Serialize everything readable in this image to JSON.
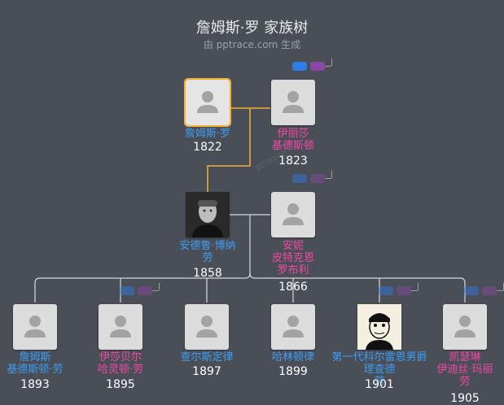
{
  "title": "詹姆斯·罗 家族树",
  "subtitle": "由 pptrace.com 生成",
  "watermark": "pptrace",
  "colors": {
    "male": "#3d9bf2",
    "female": "#ef48a6",
    "line": "#d8d8d8",
    "selected_line": "#f2b233"
  },
  "people": [
    {
      "id": "p1",
      "name": "詹姆斯·罗",
      "year": "1822",
      "gender": "m",
      "photo": "avatar-placeholder",
      "selected": true
    },
    {
      "id": "p2",
      "name": "伊丽莎\n基德斯顿",
      "year": "1823",
      "gender": "f",
      "photo": "avatar-placeholder"
    },
    {
      "id": "p3",
      "name": "安德鲁·博纳\n劳",
      "year": "1858",
      "gender": "m",
      "photo": "portrait-photo"
    },
    {
      "id": "p4",
      "name": "安妮\n皮特克恩\n罗布利",
      "year": "1866",
      "gender": "f",
      "photo": "avatar-placeholder"
    },
    {
      "id": "c1",
      "name": "詹姆斯\n基德斯顿·劳",
      "year": "1893",
      "gender": "m",
      "photo": "avatar-placeholder"
    },
    {
      "id": "c2",
      "name": "伊莎贝尔\n哈灵顿·劳",
      "year": "1895",
      "gender": "f",
      "photo": "avatar-placeholder"
    },
    {
      "id": "c3",
      "name": "查尔斯定律",
      "year": "1897",
      "gender": "m",
      "photo": "avatar-placeholder"
    },
    {
      "id": "c4",
      "name": "哈林顿律",
      "year": "1899",
      "gender": "m",
      "photo": "avatar-placeholder"
    },
    {
      "id": "c5",
      "name": "第一代科尔雷恩男爵理查德\n劳",
      "year": "1901",
      "gender": "m",
      "photo": "cartoon-portrait"
    },
    {
      "id": "c6",
      "name": "凯瑟琳\n伊迪丝·玛丽\n劳",
      "year": "1905",
      "gender": "f",
      "photo": "avatar-placeholder"
    }
  ]
}
